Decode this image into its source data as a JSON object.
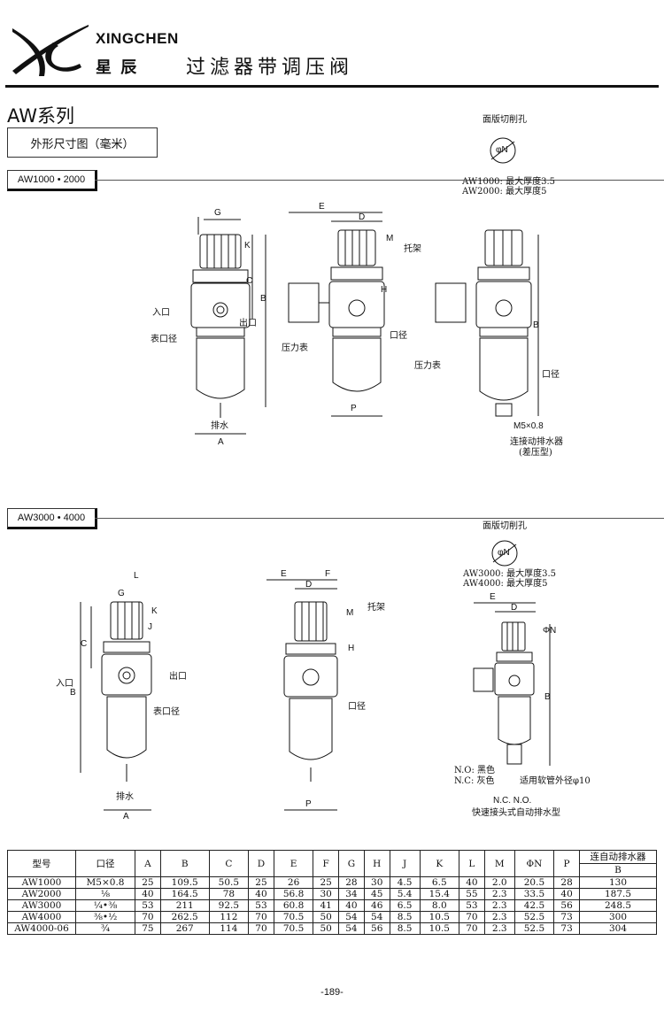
{
  "brand": {
    "name_en": "XINGCHEN",
    "name_cn": "星 辰"
  },
  "header": {
    "product_title": "过滤器带调压阀"
  },
  "series": {
    "title": "AW系列",
    "dimension_label": "外形尺寸图（毫米）"
  },
  "sections": [
    {
      "tab": "AW1000 • 2000",
      "panel": {
        "title": "面版切削孔",
        "icon_label": "φN",
        "notes": [
          "AW1000: 最大厚度3.5",
          "AW2000: 最大厚度5"
        ]
      },
      "labels": {
        "inlet": "入口",
        "outlet": "出口",
        "gauge_port": "表口径",
        "drain": "排水",
        "bracket": "托架",
        "gauge": "压力表",
        "port": "口径",
        "drain_thread": "M5×0.8",
        "auto_drain": "连接动排水器",
        "auto_drain_type": "(差压型)"
      }
    },
    {
      "tab": "AW3000 • 4000",
      "panel": {
        "title": "面版切削孔",
        "icon_label": "φN",
        "notes": [
          "AW3000: 最大厚度3.5",
          "AW4000: 最大厚度5"
        ]
      },
      "labels": {
        "inlet": "入口",
        "outlet": "出口",
        "gauge_port": "表口径",
        "drain": "排水",
        "bracket": "托架",
        "port": "口径",
        "nc": "N.C: 灰色",
        "no": "N.O: 黑色",
        "tube": "适用软管外径φ10",
        "nc_no": "N.C. N.O.",
        "quick_drain": "快速接头式自动排水型"
      }
    }
  ],
  "dim_letters": {
    "A": "A",
    "B": "B",
    "C": "C",
    "D": "D",
    "E": "E",
    "F": "F",
    "G": "G",
    "H": "H",
    "J": "J",
    "K": "K",
    "L": "L",
    "M": "M",
    "P": "P"
  },
  "table": {
    "headers": [
      "型号",
      "口径",
      "A",
      "B",
      "C",
      "D",
      "E",
      "F",
      "G",
      "H",
      "J",
      "K",
      "L",
      "M",
      "ΦN",
      "P",
      "连自动排水器"
    ],
    "subheader_last": "B",
    "rows": [
      [
        "AW1000",
        "M5×0.8",
        "25",
        "109.5",
        "50.5",
        "25",
        "26",
        "25",
        "28",
        "30",
        "4.5",
        "6.5",
        "40",
        "2.0",
        "20.5",
        "28",
        "130"
      ],
      [
        "AW2000",
        "⅛",
        "40",
        "164.5",
        "78",
        "40",
        "56.8",
        "30",
        "34",
        "45",
        "5.4",
        "15.4",
        "55",
        "2.3",
        "33.5",
        "40",
        "187.5"
      ],
      [
        "AW3000",
        "¼•⅜",
        "53",
        "211",
        "92.5",
        "53",
        "60.8",
        "41",
        "40",
        "46",
        "6.5",
        "8.0",
        "53",
        "2.3",
        "42.5",
        "56",
        "248.5"
      ],
      [
        "AW4000",
        "⅜•½",
        "70",
        "262.5",
        "112",
        "70",
        "70.5",
        "50",
        "54",
        "54",
        "8.5",
        "10.5",
        "70",
        "2.3",
        "52.5",
        "73",
        "300"
      ],
      [
        "AW4000-06",
        "¾",
        "75",
        "267",
        "114",
        "70",
        "70.5",
        "50",
        "54",
        "56",
        "8.5",
        "10.5",
        "70",
        "2.3",
        "52.5",
        "73",
        "304"
      ]
    ]
  },
  "footer": {
    "page_number": "-189-"
  }
}
